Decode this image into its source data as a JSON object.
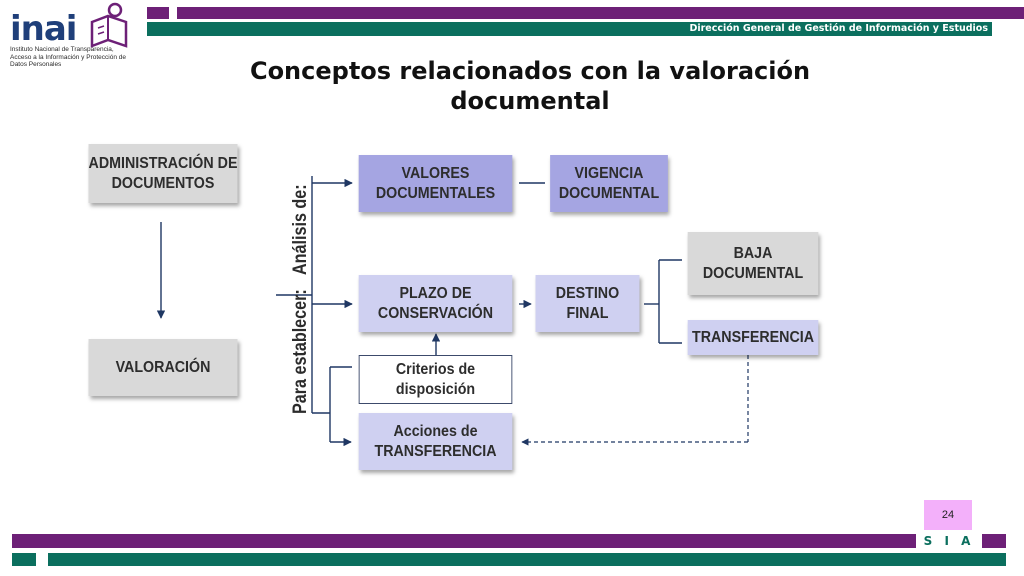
{
  "header": {
    "logo_name": "inai",
    "logo_subtitle": "Instituto Nacional de Transparencia, Acceso a la Información y Protección de Datos Personales",
    "department": "Dirección General de Gestión de Información y Estudios"
  },
  "slide": {
    "title": "Conceptos relacionados con la valoración documental",
    "page_number": "24",
    "footer_label": "S I A"
  },
  "diagram": {
    "nodes": {
      "administracion": "ADMINISTRACIÓN DE DOCUMENTOS",
      "valoracion": "VALORACIÓN",
      "valores": "VALORES DOCUMENTALES",
      "vigencia": "VIGENCIA DOCUMENTAL",
      "plazo": "PLAZO DE CONSERVACIÓN",
      "destino": "DESTINO FINAL",
      "baja": "BAJA DOCUMENTAL",
      "transferencia": "TRANSFERENCIA",
      "criterios": "Criterios de disposición",
      "acciones": "Acciones de TRANSFERENCIA"
    },
    "labels": {
      "analisis": "Análisis de:",
      "establecer": "Para establecer:"
    }
  },
  "colors": {
    "purple_bar": "#6d2077",
    "green_bar": "#0b6f5e",
    "box_purple": "#a5a5e2",
    "box_lilac": "#cfd0f1",
    "box_grey": "#d9d9d9",
    "line": "#1f3763"
  }
}
